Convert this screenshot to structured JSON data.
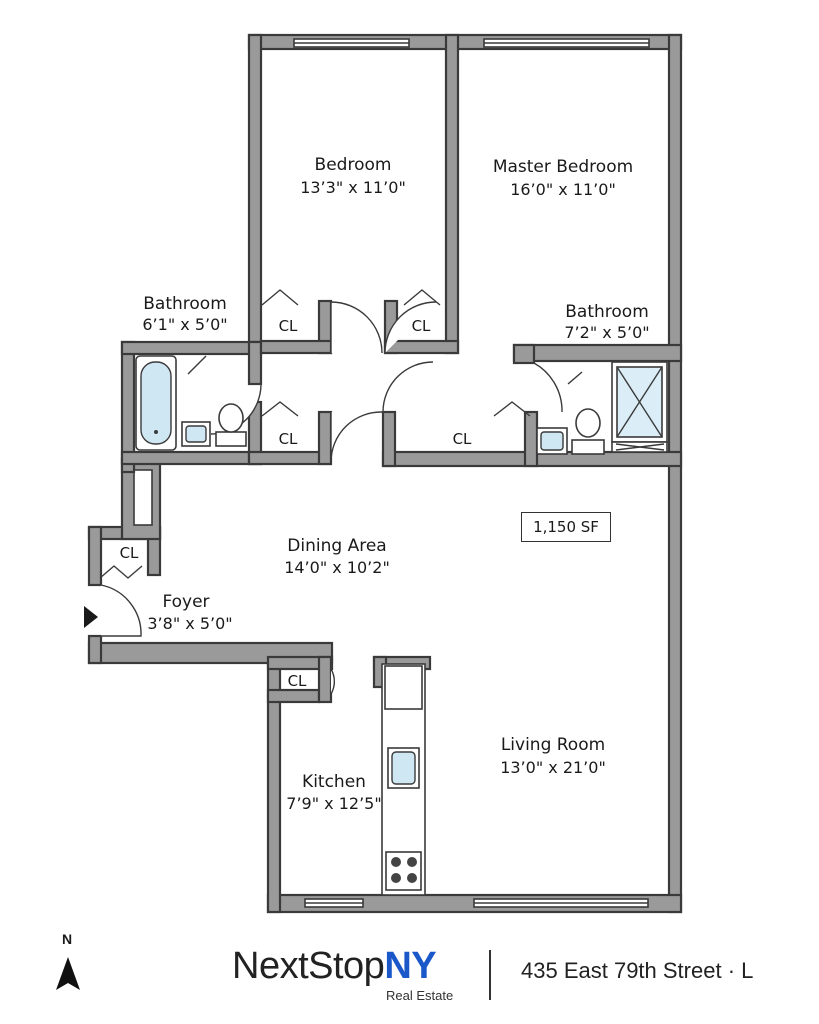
{
  "rooms": {
    "bedroom": {
      "name": "Bedroom",
      "dims": "13’3\" x 11’0\""
    },
    "master_bedroom": {
      "name": "Master Bedroom",
      "dims": "16’0\" x 11’0\""
    },
    "bathroom_left": {
      "name": "Bathroom",
      "dims": "6’1\" x 5’0\""
    },
    "bathroom_right": {
      "name": "Bathroom",
      "dims": "7’2\" x 5’0\""
    },
    "dining": {
      "name": "Dining Area",
      "dims": "14’0\" x 10’2\""
    },
    "foyer": {
      "name": "Foyer",
      "dims": "3’8\" x 5’0\""
    },
    "living": {
      "name": "Living Room",
      "dims": "13’0\" x 21’0\""
    },
    "kitchen": {
      "name": "Kitchen",
      "dims": "7’9\" x 12’5\""
    }
  },
  "closet_label": "CL",
  "area": "1,150 SF",
  "compass": {
    "label": "N"
  },
  "footer": {
    "brand_main": "NextStop",
    "brand_accent": "NY",
    "brand_sub": "Real Estate",
    "address": "435 East 79th Street · L"
  },
  "colors": {
    "wall": "#9a9a9a",
    "water": "#cfe6f3",
    "brand_accent": "#1a57c8"
  }
}
